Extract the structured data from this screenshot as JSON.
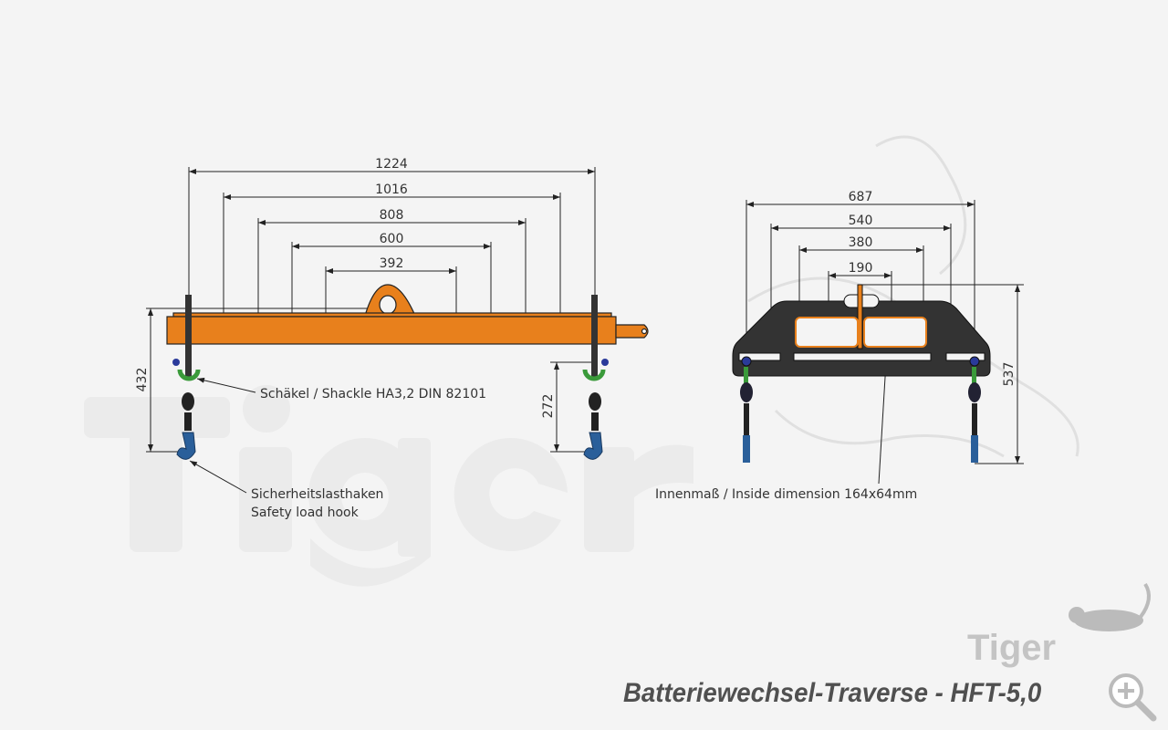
{
  "watermark": "Tiger",
  "logo_text": "Tiger",
  "title": "Batteriewechsel-Traverse - HFT-5,0",
  "side_view": {
    "dimensions": [
      "1224",
      "1016",
      "808",
      "600",
      "392"
    ],
    "height_dim": "432",
    "hook_dim": "272",
    "shackle_label": "Schäkel / Shackle HA3,2 DIN 82101",
    "hook_label_de": "Sicherheitslasthaken",
    "hook_label_en": "Safety load hook"
  },
  "end_view": {
    "dimensions": [
      "687",
      "540",
      "380",
      "190"
    ],
    "height_dim": "537",
    "inside_label": "Innenmaß / Inside dimension 164x64mm"
  },
  "colors": {
    "beam": "#e8801c",
    "shackle": "#3a9a3a",
    "hook": "#2a5f9a",
    "plate": "#333333"
  }
}
